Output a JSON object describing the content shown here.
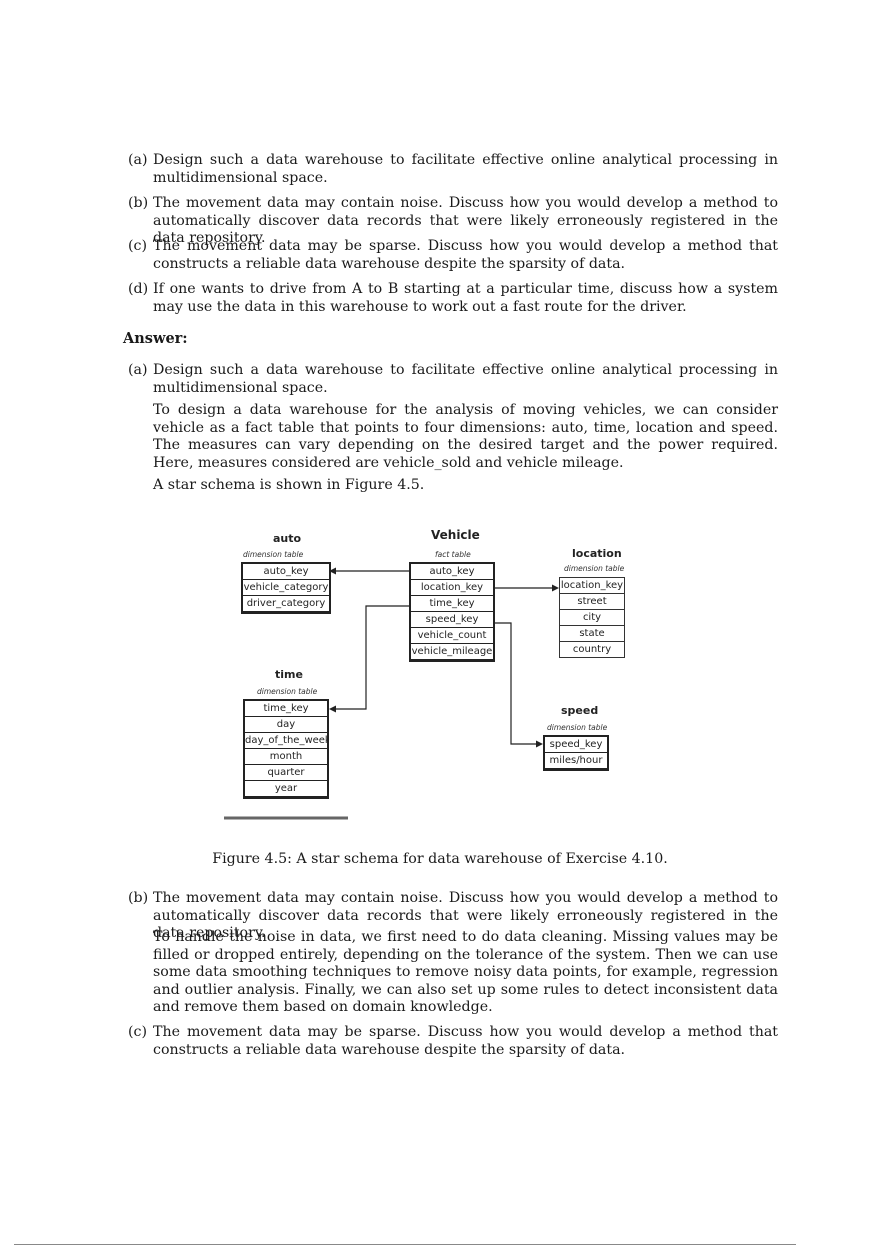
{
  "questions": [
    {
      "label": "(a)",
      "text": "Design such a data warehouse to facilitate effective online analytical processing in multidimensional space."
    },
    {
      "label": "(b)",
      "text": "The movement data may contain noise. Discuss how you would develop a method to automatically discover data records that were likely erroneously registered in the data repository."
    },
    {
      "label": "(c)",
      "text": "The movement data may be sparse. Discuss how you would develop a method that constructs a reliable data warehouse despite the sparsity of data."
    },
    {
      "label": "(d)",
      "text": "If one wants to drive from A to B starting at a particular time, discuss how a system may use the data in this warehouse to work out a fast route for the driver."
    }
  ],
  "answer_heading": "Answer:",
  "answers": {
    "a": {
      "label": "(a)",
      "question": "Design such a data warehouse to facilitate effective online analytical processing in multidimensional space.",
      "para1": "To design a data warehouse for the analysis of moving vehicles, we can consider vehicle as a fact table that points to four dimensions: auto, time, location and speed. The measures can vary depending on the desired target and the power required. Here, measures considered are vehicle_sold and vehicle mileage.",
      "para2": "A star schema is shown in Figure 4.5."
    },
    "b": {
      "label": "(b)",
      "question": "The movement data may contain noise. Discuss how you would develop a method to automatically discover data records that were likely erroneously registered in the data repository.",
      "para1": "To handle the noise in data, we first need to do data cleaning. Missing values may be filled or dropped entirely, depending on the tolerance of the system. Then we can use some data smoothing techniques to remove noisy data points, for example, regression and outlier analysis. Finally, we can also set up some rules to detect inconsistent data and remove them based on domain knowledge."
    },
    "c": {
      "label": "(c)",
      "question": "The movement data may be sparse. Discuss how you would develop a method that constructs a reliable data warehouse despite the sparsity of data."
    }
  },
  "figure": {
    "caption": "Figure 4.5: A star schema for data warehouse of Exercise 4.10.",
    "fact": {
      "title": "Vehicle",
      "subtitle": "fact table",
      "rows": [
        "auto_key",
        "location_key",
        "time_key",
        "speed_key",
        "vehicle_count",
        "vehicle_mileage"
      ]
    },
    "auto": {
      "title": "auto",
      "subtitle": "dimension table",
      "rows": [
        "auto_key",
        "vehicle_category",
        "driver_category"
      ]
    },
    "location": {
      "title": "location",
      "subtitle": "dimension table",
      "rows": [
        "location_key",
        "street",
        "city",
        "state",
        "country"
      ]
    },
    "time": {
      "title": "time",
      "subtitle": "dimension table",
      "rows": [
        "time_key",
        "day",
        "day_of_the_week",
        "month",
        "quarter",
        "year"
      ]
    },
    "speed": {
      "title": "speed",
      "subtitle": "dimension table",
      "rows": [
        "speed_key",
        "miles/hour"
      ]
    }
  }
}
